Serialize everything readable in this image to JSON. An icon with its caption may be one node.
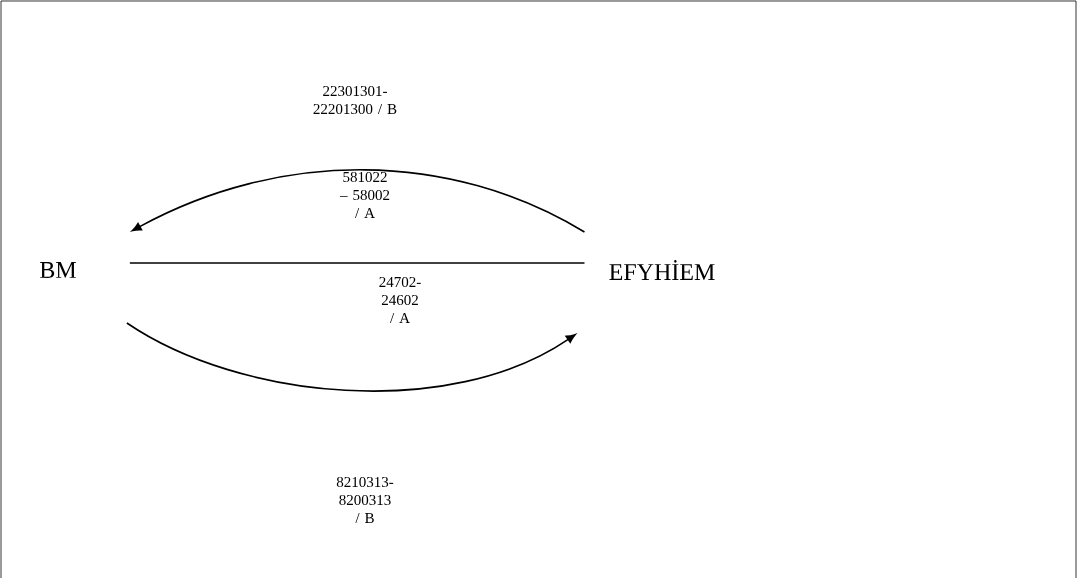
{
  "diagram": {
    "nodes": [
      {
        "text": [
          "BM"
        ]
      },
      {
        "text": [
          "EFYHİEM"
        ]
      }
    ],
    "edges": [
      {
        "from": 1,
        "to": 0,
        "arrow": "to"
      },
      {
        "from": 0,
        "to": 1,
        "arrow": "none"
      },
      {
        "from": 0,
        "to": 1,
        "arrow": "to"
      }
    ],
    "labels": [
      "22301301-22201300 / B",
      "581022 – 58002 / A",
      "24702-24602 / A",
      "8210313-8200313 / B"
    ]
  }
}
